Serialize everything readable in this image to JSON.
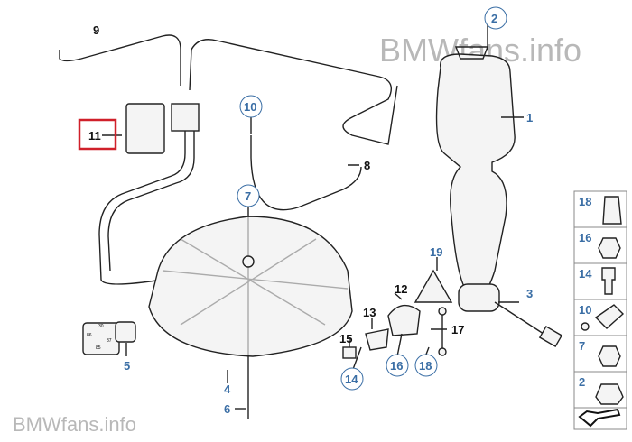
{
  "watermark": {
    "top": "BMWfans.info",
    "bottom": "BMWfans.info"
  },
  "callouts": {
    "c1": "1",
    "c2": "2",
    "c3": "3",
    "c4": "4",
    "c5": "5",
    "c6": "6",
    "c7": "7",
    "c8": "8",
    "c9": "9",
    "c10": "10",
    "c11": "11",
    "c12": "12",
    "c13": "13",
    "c14": "14",
    "c15": "15",
    "c16": "16",
    "c17": "17",
    "c18": "18",
    "c19": "19"
  },
  "relay_pins": [
    "30",
    "86",
    "87",
    "85"
  ],
  "sidebar": {
    "items": [
      {
        "label": "18",
        "icon": "clip-nut-icon"
      },
      {
        "label": "16",
        "icon": "collar-nut-icon"
      },
      {
        "label": "14",
        "icon": "bolt-icon"
      },
      {
        "label": "10",
        "icon": "fitting-icon"
      },
      {
        "label": "7",
        "icon": "hex-nut-icon"
      },
      {
        "label": "2",
        "icon": "flange-nut-icon"
      }
    ],
    "nav_icon": "arrow-icon"
  },
  "colors": {
    "callout_blue": "#3a6ea5",
    "highlight_red": "#d0202a"
  }
}
